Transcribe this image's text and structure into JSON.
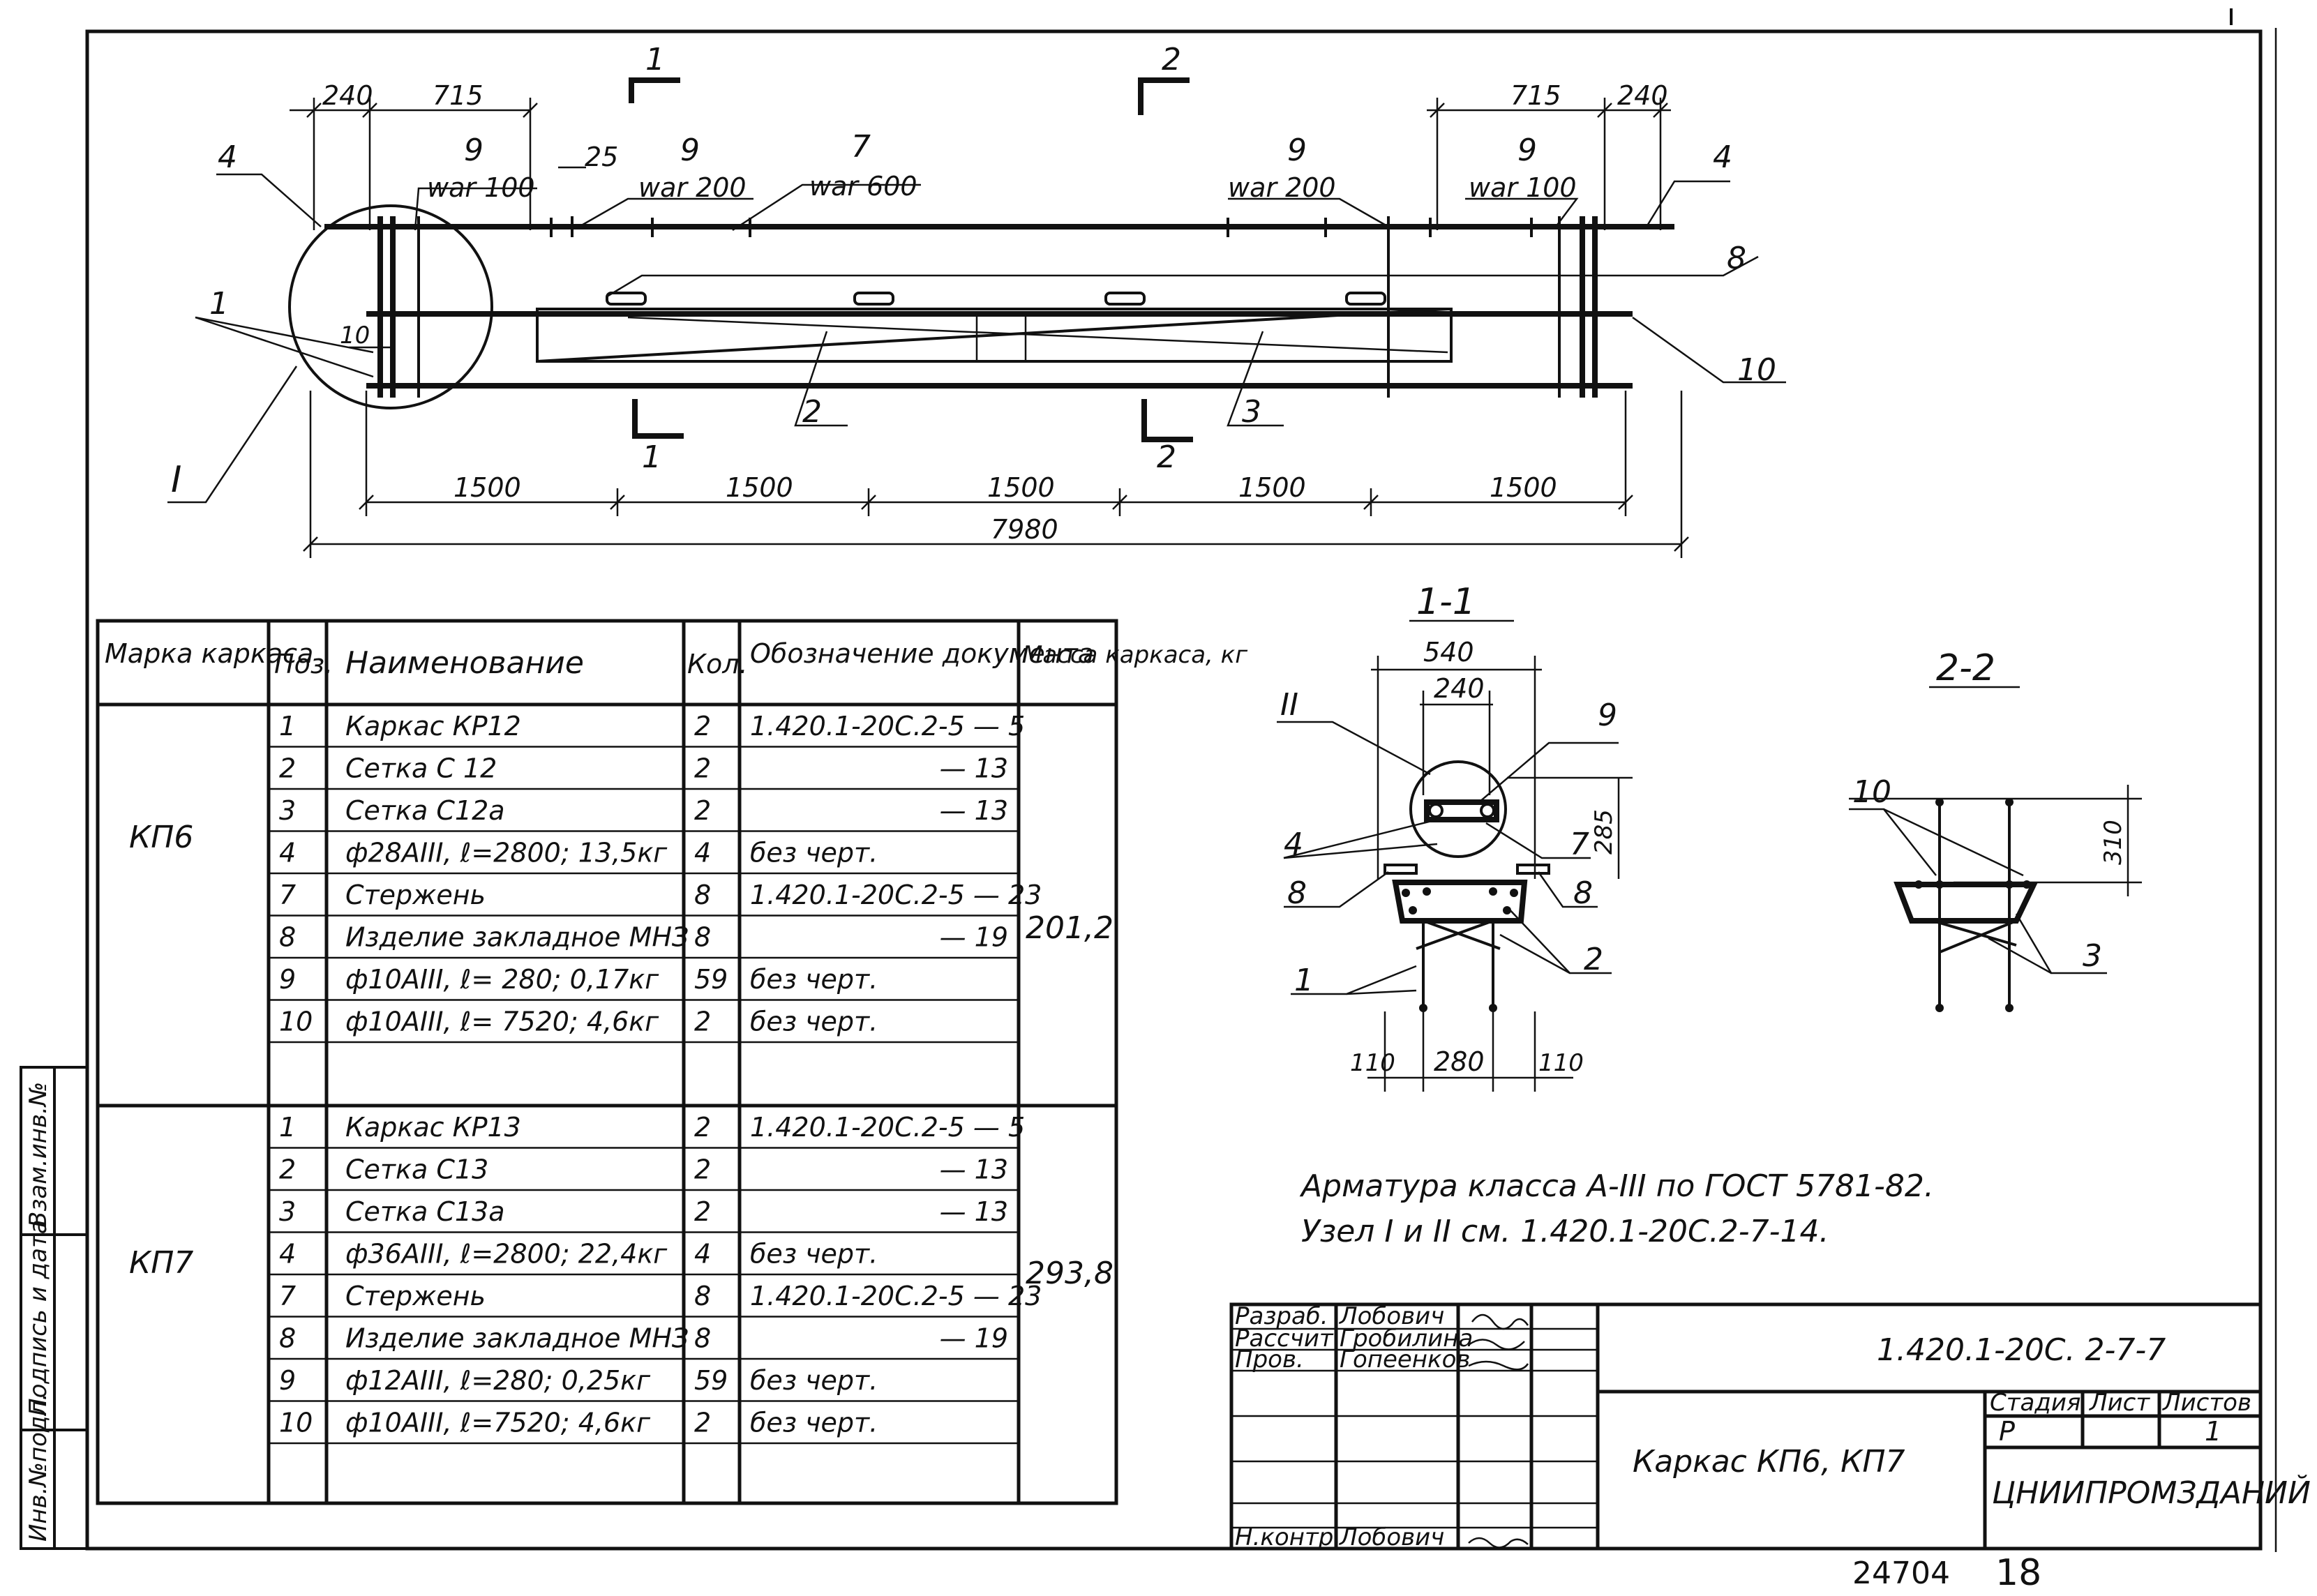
{
  "elevation": {
    "top_dims": [
      "240",
      "715",
      "715",
      "240"
    ],
    "small_dim": "25",
    "bottom_dims": [
      "1500",
      "1500",
      "1500",
      "1500",
      "1500"
    ],
    "total_dim": "7980",
    "inner_dim": "10",
    "section_marks": [
      "1",
      "1",
      "2",
      "2"
    ],
    "node_mark": "I",
    "callouts": [
      {
        "pos": "4"
      },
      {
        "pos": "1"
      },
      {
        "pos": "7",
        "spacing": "war 600"
      },
      {
        "pos": "9",
        "spacing": "war 100"
      },
      {
        "pos": "9",
        "spacing": "war 200"
      },
      {
        "pos": "9",
        "spacing": "war 200"
      },
      {
        "pos": "9",
        "spacing": "war 100"
      },
      {
        "pos": "4"
      },
      {
        "pos": "8"
      },
      {
        "pos": "10"
      },
      {
        "pos": "2"
      },
      {
        "pos": "3"
      }
    ]
  },
  "section_1": {
    "title": "1-1",
    "dims": [
      "540",
      "240",
      "285",
      "110",
      "280",
      "110"
    ],
    "node_mark": "II",
    "labels": [
      "9",
      "4",
      "7",
      "8",
      "8",
      "2",
      "1"
    ]
  },
  "section_2": {
    "title": "2-2",
    "dims": [
      "310"
    ],
    "labels": [
      "10",
      "3"
    ]
  },
  "spec_table": {
    "headers": [
      "Марка каркаса",
      "Поз.",
      "Наименование",
      "Кол.",
      "Обозначение документа",
      "Масса каркаса, кг"
    ],
    "groups": [
      {
        "mark": "КП6",
        "mass": "201,2",
        "rows": [
          {
            "pos": "1",
            "name": "Каркас   КР12",
            "qty": "2",
            "doc": "1.420.1-20С.2-5 — 5"
          },
          {
            "pos": "2",
            "name": "Сетка   С 12",
            "qty": "2",
            "doc": "— 13"
          },
          {
            "pos": "3",
            "name": "Сетка   С12а",
            "qty": "2",
            "doc": "— 13"
          },
          {
            "pos": "4",
            "name": "ф28АIII,  ℓ=2800;  13,5кг",
            "qty": "4",
            "doc": "без черт."
          },
          {
            "pos": "7",
            "name": "Стержень",
            "qty": "8",
            "doc": "1.420.1-20С.2-5 — 23"
          },
          {
            "pos": "8",
            "name": "Изделие закладное МНЗ",
            "qty": "8",
            "doc": "— 19"
          },
          {
            "pos": "9",
            "name": "ф10АIII,  ℓ= 280;  0,17кг",
            "qty": "59",
            "doc": "без черт."
          },
          {
            "pos": "10",
            "name": "ф10АIII,  ℓ= 7520;  4,6кг",
            "qty": "2",
            "doc": "без черт."
          }
        ]
      },
      {
        "mark": "КП7",
        "mass": "293,8",
        "rows": [
          {
            "pos": "1",
            "name": "Каркас   КР13",
            "qty": "2",
            "doc": "1.420.1-20С.2-5 — 5"
          },
          {
            "pos": "2",
            "name": "Сетка   С13",
            "qty": "2",
            "doc": "— 13"
          },
          {
            "pos": "3",
            "name": "Сетка   С13а",
            "qty": "2",
            "doc": "— 13"
          },
          {
            "pos": "4",
            "name": "ф36АIII,  ℓ=2800;  22,4кг",
            "qty": "4",
            "doc": "без черт."
          },
          {
            "pos": "7",
            "name": "Стержень",
            "qty": "8",
            "doc": "1.420.1-20С.2-5 — 23"
          },
          {
            "pos": "8",
            "name": "Изделие закладное МНЗ",
            "qty": "8",
            "doc": "— 19"
          },
          {
            "pos": "9",
            "name": "ф12АIII,  ℓ=280;  0,25кг",
            "qty": "59",
            "doc": "без черт."
          },
          {
            "pos": "10",
            "name": "ф10АIII,  ℓ=7520;  4,6кг",
            "qty": "2",
            "doc": "без черт."
          }
        ]
      }
    ]
  },
  "notes": [
    "Арматура класса А-III по ГОСТ 5781-82.",
    "Узел I и II  см. 1.420.1-20С.2-7-14."
  ],
  "title_block": {
    "roles": [
      {
        "role": "Разраб.",
        "name": "Лобович"
      },
      {
        "role": "Рассчит.",
        "name": "Гробилина"
      },
      {
        "role": "Пров.",
        "name": "Гопеенков"
      },
      {
        "role": "Н.контр.",
        "name": "Лобович"
      }
    ],
    "code": "1.420.1-20С. 2-7-7",
    "title": "Каркас КП6, КП7",
    "stage_header": "Стадия",
    "sheet_header": "Лист",
    "sheets_header": "Листов",
    "stage": "Р",
    "sheets": "1",
    "org": "ЦНИИПРОМЗДАНИЙ"
  },
  "side_stamp": [
    "Инв.№подл.",
    "Подпись и дата",
    "Взам.инв.№"
  ],
  "archive_no": "24704",
  "page_no": "18"
}
